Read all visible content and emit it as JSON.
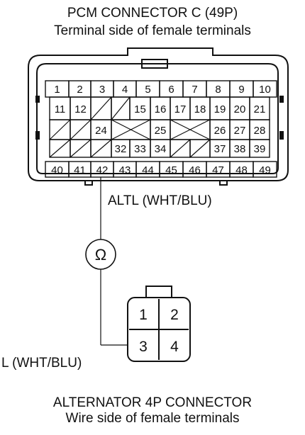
{
  "pcm_connector": {
    "title": "PCM CONNECTOR C (49P)",
    "subtitle": "Terminal side of female terminals",
    "row1": [
      "1",
      "2",
      "3",
      "4",
      "5",
      "6",
      "7",
      "8",
      "9",
      "10"
    ],
    "row2": [
      "11",
      "12",
      "",
      "",
      "15",
      "16",
      "17",
      "18",
      "19",
      "20",
      "21"
    ],
    "row3": [
      "",
      "",
      "24",
      "",
      "25",
      "",
      "26",
      "27",
      "28"
    ],
    "row4": [
      "",
      "",
      "",
      "32",
      "33",
      "34",
      "",
      "",
      "37",
      "38",
      "39"
    ],
    "row5": [
      "40",
      "41",
      "42",
      "43",
      "44",
      "45",
      "46",
      "47",
      "48",
      "49"
    ],
    "wire_label": "ALTL (WHT/BLU)"
  },
  "meter": {
    "symbol": "Ω"
  },
  "alternator_connector": {
    "title": "ALTERNATOR 4P CONNECTOR",
    "subtitle": "Wire side of female terminals",
    "terminals": [
      "1",
      "2",
      "3",
      "4"
    ],
    "wire_label": "L (WHT/BLU)"
  }
}
